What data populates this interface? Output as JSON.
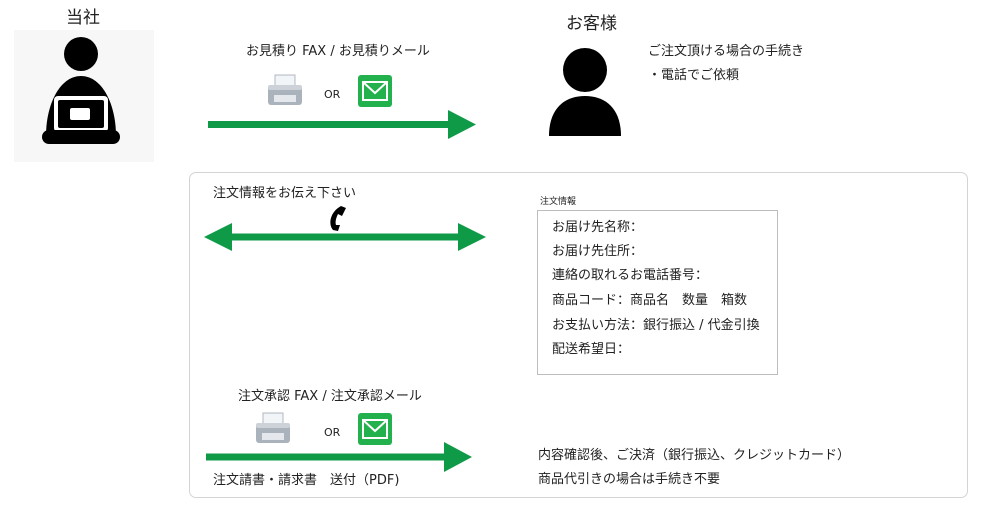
{
  "company": {
    "label": "当社"
  },
  "customer": {
    "label": "お客様"
  },
  "customer_note": {
    "title": "ご注文頂ける場合の手続き",
    "item": "・電話でご依頼"
  },
  "step1": {
    "label": "お見積り FAX / お見積りメール",
    "or": "OR",
    "fax_icon": "fax-icon",
    "mail_icon": "mail-icon"
  },
  "step2": {
    "label": "注文情報をお伝え下さい",
    "phone_icon": "phone-icon"
  },
  "order_info": {
    "title": "注文情報",
    "rows": [
      "お届け先名称：",
      "お届け先住所：",
      "連絡の取れるお電話番号：",
      "商品コード：商品名　数量　箱数",
      "お支払い方法：銀行振込 / 代金引換",
      "配送希望日："
    ]
  },
  "step3": {
    "label": "注文承認 FAX / 注文承認メール",
    "or": "OR",
    "sub": "注文請書・請求書　送付（PDF)",
    "fax_icon": "fax-icon",
    "mail_icon": "mail-icon"
  },
  "payment_note": {
    "line1": "内容確認後、ご決済（銀行振込、クレジットカード）",
    "line2": "商品代引きの場合は手続き不要"
  },
  "colors": {
    "arrow": "#0f9a48",
    "mail_bg": "#22b14c"
  }
}
